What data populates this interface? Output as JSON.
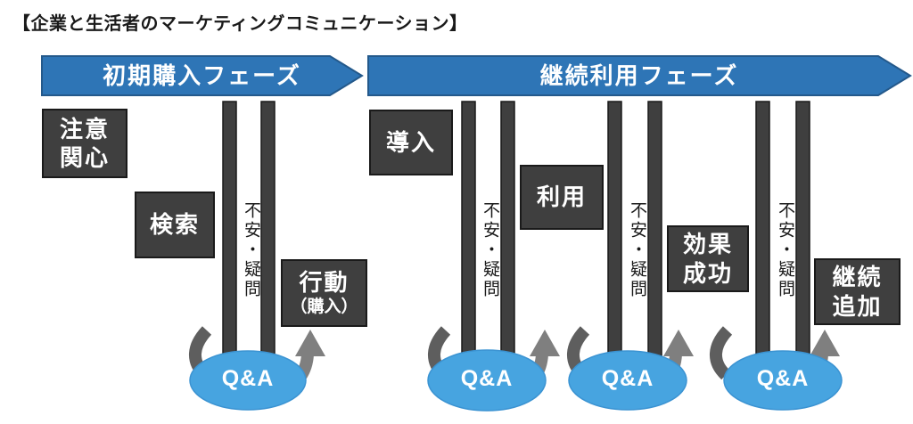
{
  "title": "【企業と生活者のマーケティングコミュニケーション】",
  "phases": [
    {
      "id": "initial-purchase",
      "label": "初期購入フェーズ"
    },
    {
      "id": "continuous-use",
      "label": "継続利用フェーズ"
    }
  ],
  "steps": [
    {
      "id": "attention-interest",
      "label": "注意\n関心"
    },
    {
      "id": "search",
      "label": "検索"
    },
    {
      "id": "action",
      "label": "行動",
      "sub_label": "（購入）"
    },
    {
      "id": "introduction",
      "label": "導入"
    },
    {
      "id": "usage",
      "label": "利用"
    },
    {
      "id": "effect-success",
      "label": "効果\n成功"
    },
    {
      "id": "continue-add",
      "label": "継続\n追加"
    }
  ],
  "labels": {
    "anxiety": "不安・疑問",
    "qa": "Q&A"
  },
  "colors": {
    "accent-blue": "#2E75B6",
    "accent-blue-border": "#24598B",
    "box-dark": "#3F3F3F",
    "box-border": "#1A1A1A",
    "qa-blue": "#47A4E0",
    "qa-blue-border": "#3B93D2",
    "arrow-in-gray": "#5E5E5E",
    "arrow-out-gray": "#7F7F7F",
    "text-white": "#FFFFFF",
    "text-black": "#1A1A1A"
  }
}
